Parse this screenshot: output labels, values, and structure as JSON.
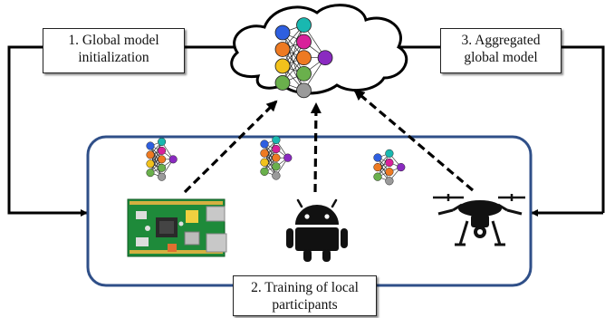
{
  "steps": {
    "init": {
      "line1": "1. Global model",
      "line2": "initialization"
    },
    "aggregate": {
      "line1": "3. Aggregated",
      "line2": "global model"
    },
    "train": {
      "line1": "2. Training of local",
      "line2": "participants"
    }
  },
  "icons": {
    "server": "cloud-icon",
    "global_model": "neural-network-icon",
    "local_models": [
      "neural-network-icon",
      "neural-network-icon",
      "neural-network-icon"
    ],
    "participants": [
      "raspberry-pi-board-icon",
      "android-robot-icon",
      "drone-icon"
    ]
  },
  "colors": {
    "participants_border": "#2f4f88",
    "node_blue": "#2e5fe0",
    "node_purple": "#8a2ac0",
    "node_magenta": "#d8209a",
    "node_teal": "#19b8b0",
    "node_orange": "#ee7a22",
    "node_yellow": "#f2c21c",
    "node_green": "#6ab04c",
    "node_gray": "#9a9a9a",
    "android_black": "#111111",
    "board_green": "#1e8a3a"
  }
}
